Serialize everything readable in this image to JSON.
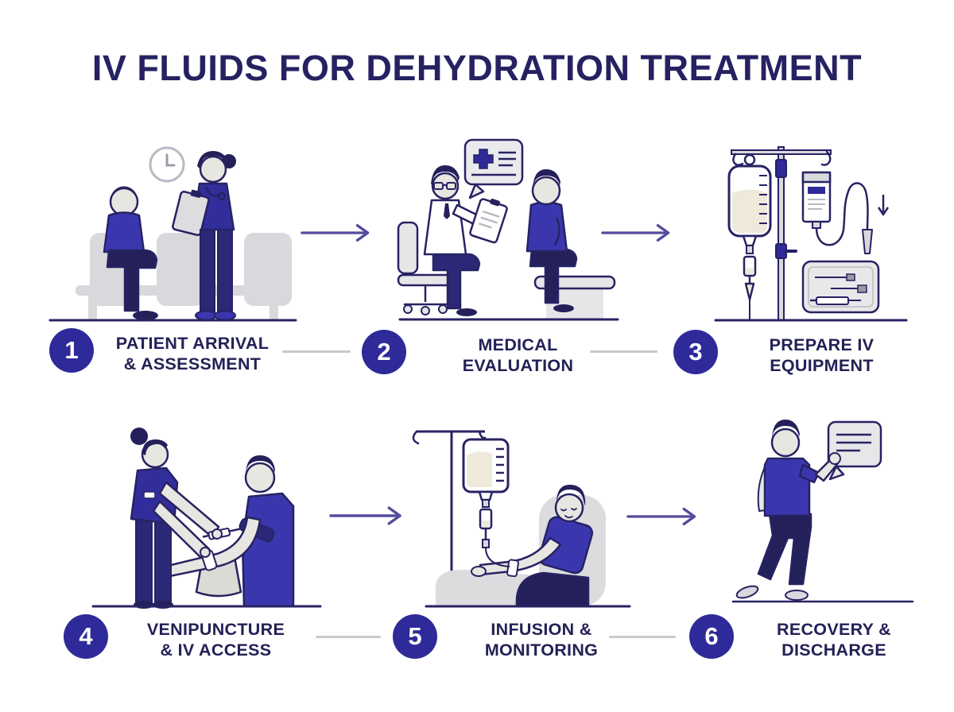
{
  "title": "IV FLUIDS FOR DEHYDRATION TREATMENT",
  "steps": [
    {
      "number": "1",
      "label_line1": "PATIENT ARRIVAL",
      "label_line2": "& ASSESSMENT",
      "illustration": "patient waiting room with nurse, clipboard and wall clock"
    },
    {
      "number": "2",
      "label_line1": "MEDICAL",
      "label_line2": "EVALUATION",
      "illustration": "doctor with clipboard consulting seated patient, medical speech bubble"
    },
    {
      "number": "3",
      "label_line1": "PREPARE IV",
      "label_line2": "EQUIPMENT",
      "illustration": "IV pole with fluid bag, drip chamber, tubing and syringe tray"
    },
    {
      "number": "4",
      "label_line1": "VENIPUNCTURE",
      "label_line2": "& IV ACCESS",
      "illustration": "nurse inserting IV catheter into patient's forearm"
    },
    {
      "number": "5",
      "label_line1": "INFUSION &",
      "label_line2": "MONITORING",
      "illustration": "patient reclining with IV drip connected to arm"
    },
    {
      "number": "6",
      "label_line1": "RECOVERY &",
      "label_line2": "DISCHARGE",
      "illustration": "recovered patient standing and talking, speech bubble"
    }
  ],
  "colors": {
    "title_text": "#262262",
    "label_text": "#232156",
    "badge_background": "#2f2a99",
    "badge_number": "#ffffff",
    "flow_arrow": "#544c9e",
    "connector_line": "#c9c9cd",
    "illustration_outline": "#272363",
    "shirt_blue": "#3a37ae",
    "scrub_blue": "#312e9c",
    "dark_navy": "#23205a",
    "furniture_gray": "#d9d9dd",
    "skin": "#e8e6e0"
  }
}
